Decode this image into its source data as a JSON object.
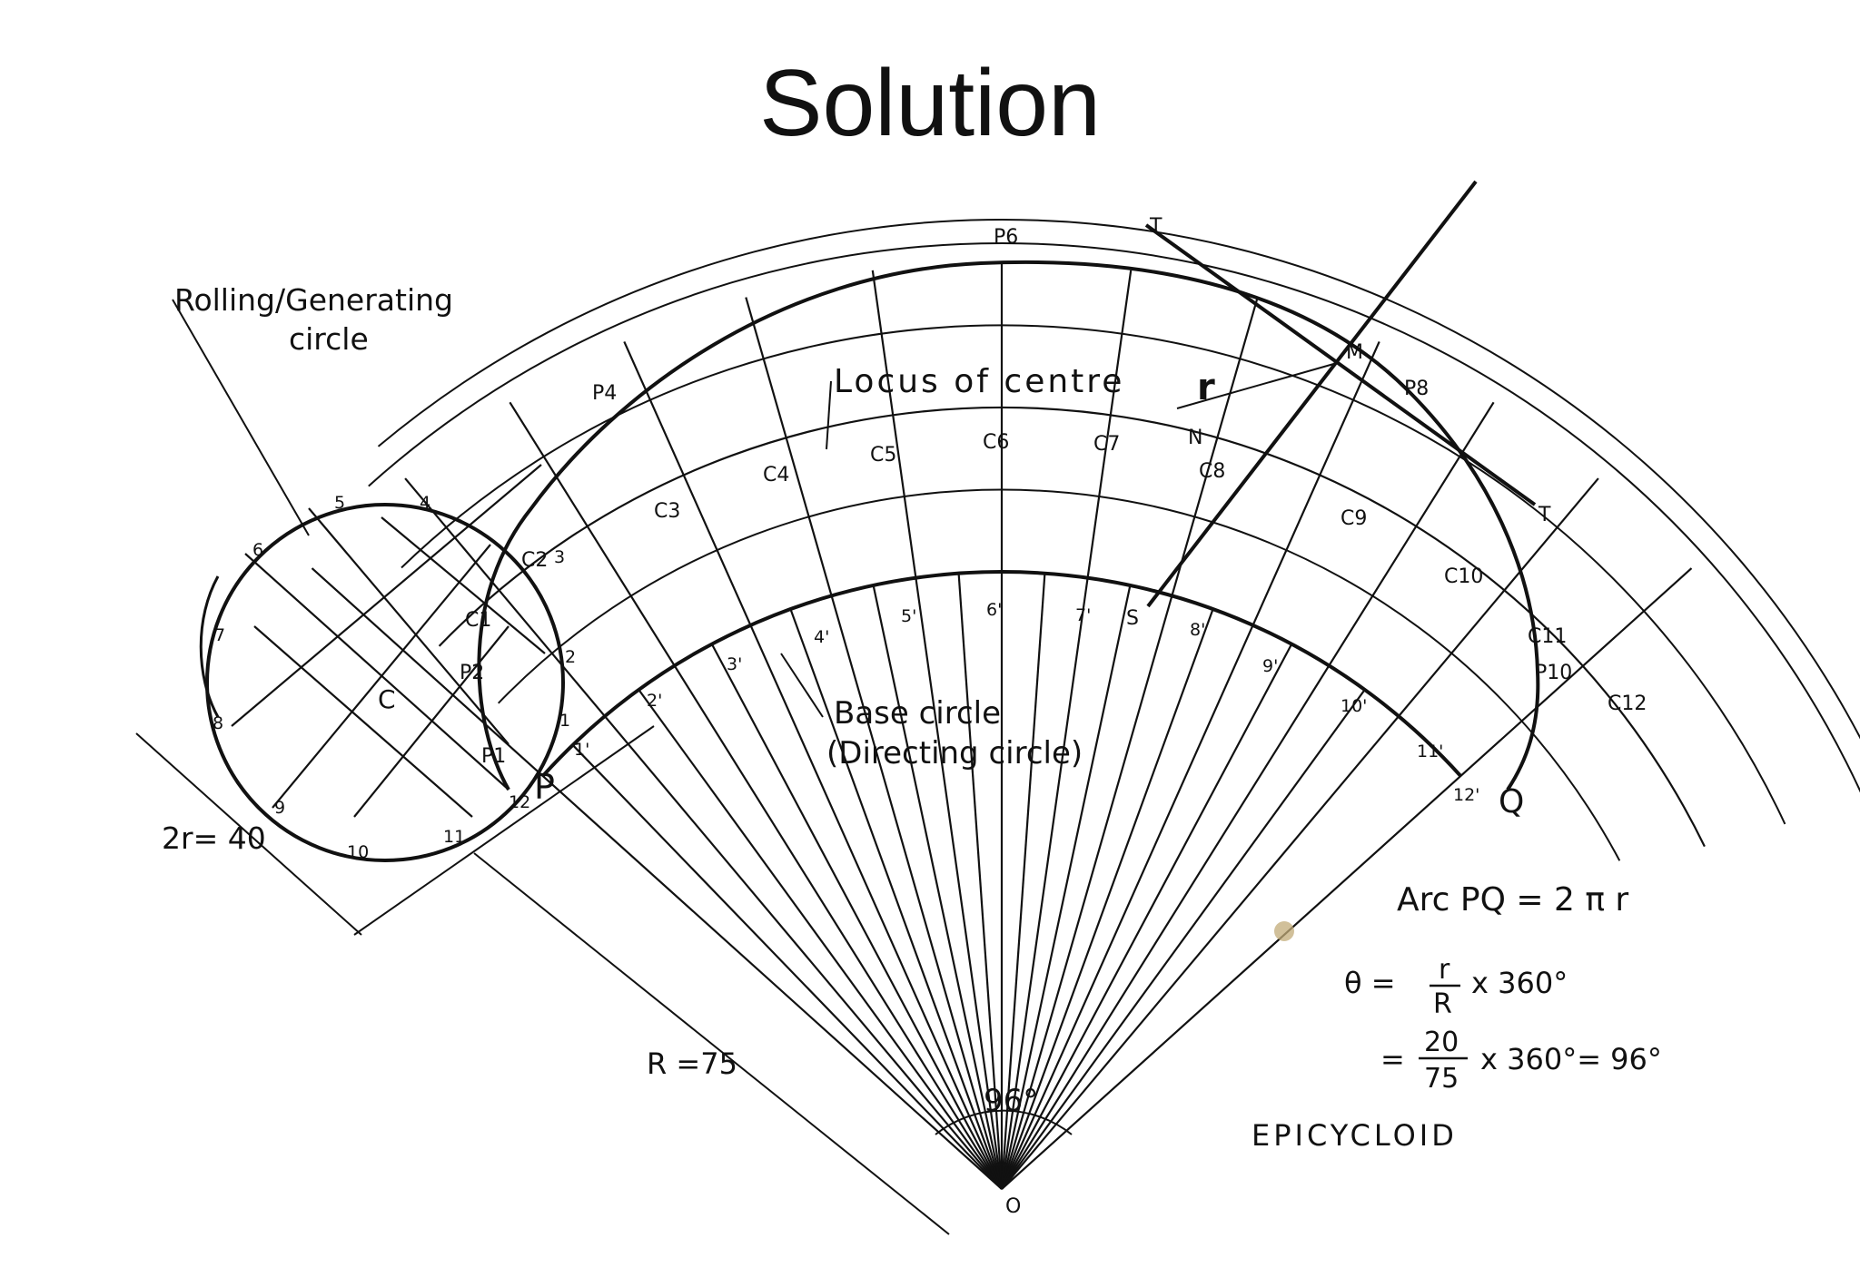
{
  "title": "Solution",
  "labels": {
    "rolling_circle_line1": "Rolling/Generating",
    "rolling_circle_line2": "circle",
    "locus_of_centre": "Locus of centre",
    "base_circle_line1": "Base circle",
    "base_circle_line2": "(Directing circle)",
    "diameter": "2r= 40",
    "radius": "R =75",
    "small_r": "r",
    "angle": "96°",
    "center_o": "O",
    "center_c": "C",
    "point_p": "P",
    "point_q": "Q",
    "point_m": "M",
    "point_n": "N",
    "point_s": "S",
    "tangent_t_top": "T",
    "tangent_t_bottom": "T",
    "arc_pq": "Arc  PQ = 2 π r",
    "theta_prefix": "θ  =",
    "theta_num": "r",
    "theta_den": "R",
    "theta_suffix": "x 360°",
    "calc_prefix": "=",
    "calc_num": "20",
    "calc_den": "75",
    "calc_suffix": "x 360°= 96°",
    "curve_name": "EPICYCLOID"
  },
  "circle_points": [
    "1",
    "2",
    "3",
    "4",
    "5",
    "6",
    "7",
    "8",
    "9",
    "10",
    "11",
    "12"
  ],
  "base_points": [
    "1'",
    "2'",
    "3'",
    "4'",
    "5'",
    "6'",
    "7'",
    "8'",
    "9'",
    "10'",
    "11'",
    "12'"
  ],
  "centre_points": [
    "C1",
    "C2",
    "C3",
    "C4",
    "C5",
    "C6",
    "C7",
    "C8",
    "C9",
    "C10",
    "C11",
    "C12"
  ],
  "curve_points": [
    "P1",
    "P2",
    "P4",
    "P6",
    "P8",
    "P10"
  ]
}
